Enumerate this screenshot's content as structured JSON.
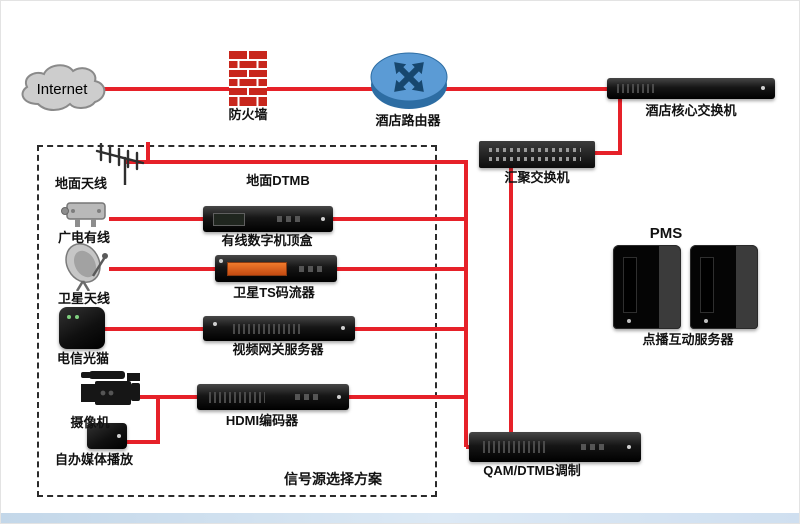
{
  "colors": {
    "connection_line": "#e62129",
    "firewall_brick": "#c8271d",
    "router_blue": "#5b9bd5",
    "device_black": "#141414",
    "bottom_strip_blue": "#c3d7e9"
  },
  "nodes": {
    "internet": {
      "label": "Internet"
    },
    "firewall": {
      "label": "防火墙"
    },
    "router": {
      "label": "酒店路由器"
    },
    "core_switch": {
      "label": "酒店核心交换机"
    },
    "agg_switch": {
      "label": "汇聚交换机"
    },
    "pms": {
      "label": "PMS"
    },
    "vod_server": {
      "label": "点播互动服务器"
    },
    "qam_modulator": {
      "label": "QAM/DTMB调制"
    },
    "terrestrial_antenna": {
      "label": "地面天线"
    },
    "terrestrial_dtmb": {
      "label": "地面DTMB"
    },
    "cable_tv": {
      "label": "广电有线"
    },
    "cable_stb": {
      "label": "有线数字机顶盒"
    },
    "satellite_antenna": {
      "label": "卫星天线"
    },
    "satellite_ts_streamer": {
      "label": "卫星TS码流器"
    },
    "telecom_modem": {
      "label": "电信光猫"
    },
    "video_gateway": {
      "label": "视频网关服务器"
    },
    "camera": {
      "label": "摄像机"
    },
    "hdmi_encoder": {
      "label": "HDMI编码器"
    },
    "self_media": {
      "label": "自办媒体播放"
    },
    "source_selection": {
      "label": "信号源选择方案"
    }
  }
}
